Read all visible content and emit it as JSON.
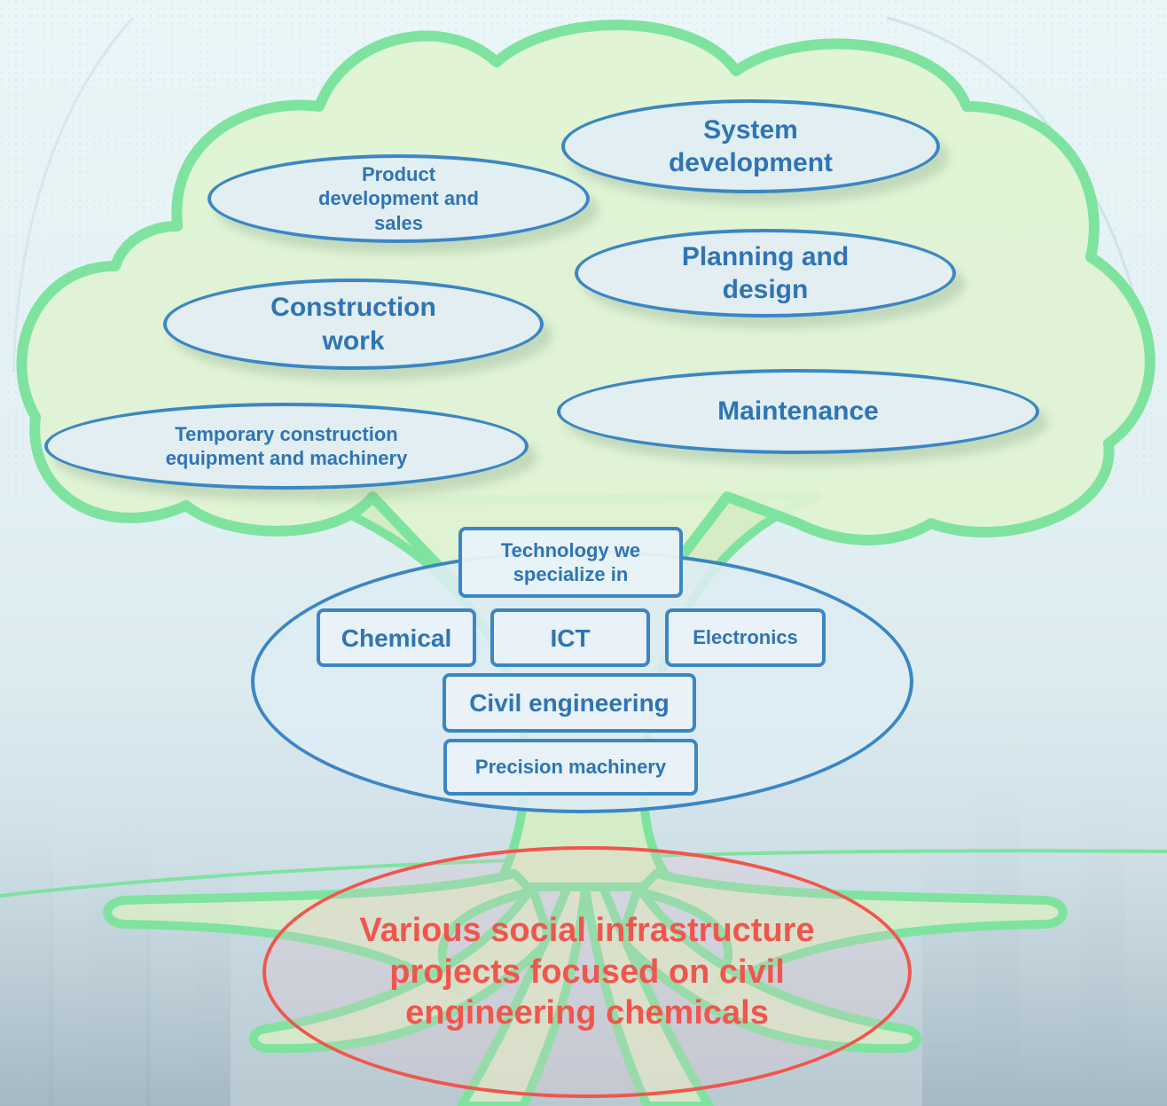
{
  "activities": {
    "system_development": "System development",
    "product_development": "Product development and sales",
    "planning_design": "Planning and design",
    "construction_work": "Construction work",
    "maintenance": "Maintenance",
    "temporary_equipment": "Temporary construction equipment and machinery"
  },
  "technology": {
    "heading": "Technology we specialize in",
    "chemical": "Chemical",
    "ict": "ICT",
    "electronics": "Electronics",
    "civil_engineering": "Civil engineering",
    "precision_machinery": "Precision machinery"
  },
  "roots": {
    "label": "Various social infrastructure projects focused on civil engineering chemicals"
  },
  "colors": {
    "tree_outline": "#7fe3a0",
    "tree_fill": "#dff3d2",
    "oval_border": "#3b86c4",
    "oval_text": "#2f74b5",
    "root_border": "#f0564c",
    "root_text": "#f0564c"
  }
}
